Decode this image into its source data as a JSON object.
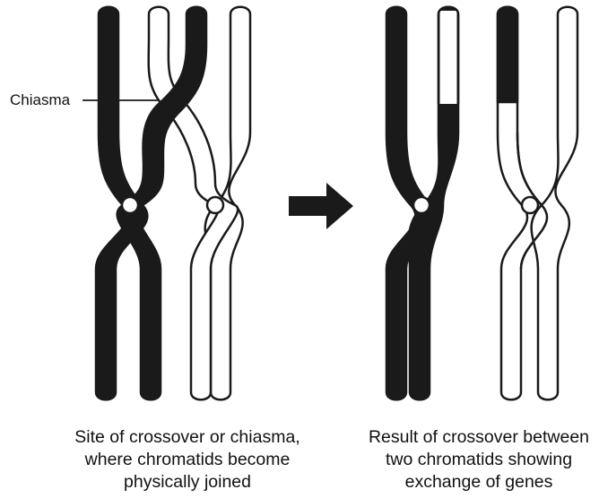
{
  "labels": {
    "chiasma": "Chiasma"
  },
  "captions": {
    "left": [
      "Site of crossover or chiasma,",
      "where chromatids become",
      "physically joined"
    ],
    "right": [
      "Result of crossover between",
      "two chromatids showing",
      "exchange of genes"
    ]
  },
  "colors": {
    "dark_chromatid": "#1a1a1a",
    "light_chromatid": "#ffffff",
    "outline": "#1a1a1a",
    "arrow": "#1a1a1a"
  }
}
